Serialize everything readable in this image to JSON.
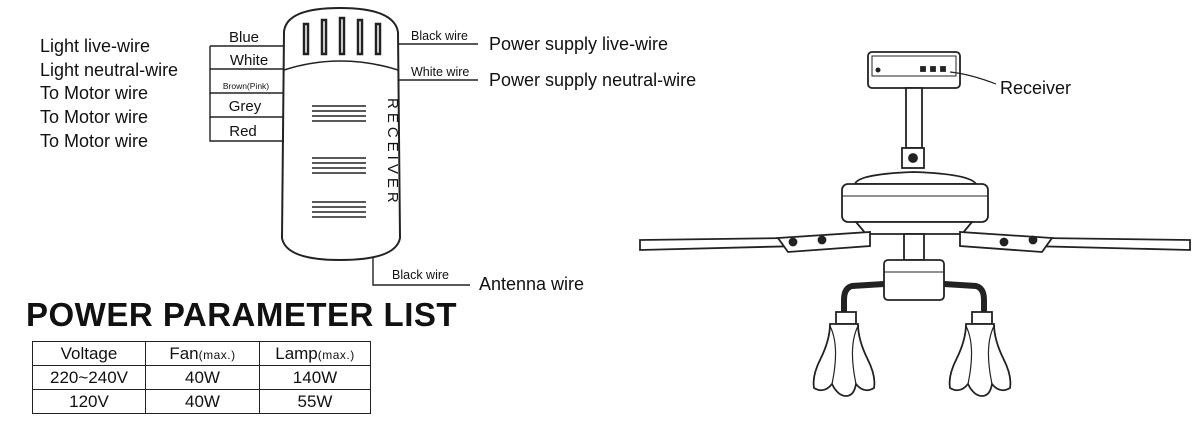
{
  "wiring": {
    "left_labels": [
      "Light live-wire",
      "Light neutral-wire",
      "To Motor wire",
      "To Motor wire",
      "To Motor wire"
    ],
    "left_wires": [
      "Blue",
      "White",
      "Brown(Pink)",
      "Grey",
      "Red"
    ],
    "right_wires": [
      "Black wire",
      "White wire"
    ],
    "right_labels": [
      "Power supply live-wire",
      "Power supply neutral-wire"
    ],
    "antenna_wire": "Black wire",
    "antenna_label": "Antenna wire",
    "receiver_text": "RECEIVER"
  },
  "fan": {
    "receiver_label": "Receiver"
  },
  "params": {
    "title": "POWER PARAMETER LIST",
    "headers": [
      {
        "main": "Voltage",
        "unit": ""
      },
      {
        "main": "Fan",
        "unit": "(max.)"
      },
      {
        "main": "Lamp",
        "unit": "(max.)"
      }
    ],
    "rows": [
      [
        "220~240V",
        "40W",
        "140W"
      ],
      [
        "120V",
        "40W",
        "55W"
      ]
    ]
  }
}
